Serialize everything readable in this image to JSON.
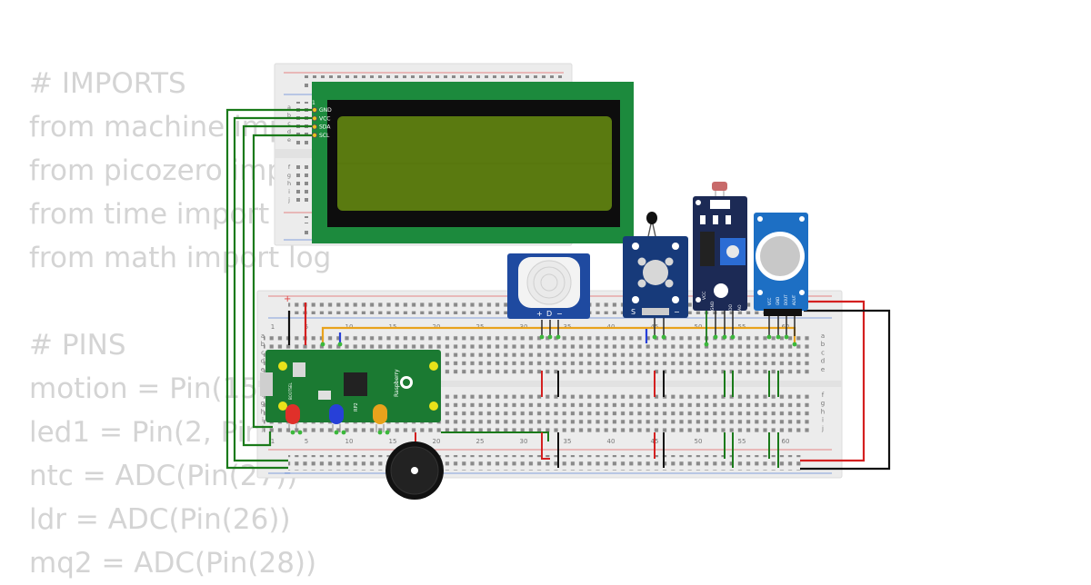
{
  "code_lines": [
    "# IMPORTS",
    "from machine import",
    "from picozero import",
    "from time import",
    "from math import log",
    "",
    "# PINS",
    "motion = Pin(15,",
    "led1 = Pin(2, Pin",
    "ntc = ADC(Pin(27))",
    "ldr = ADC(Pin(26))",
    "mq2 = ADC(Pin(28))"
  ],
  "lcd": {
    "pins": [
      "GND",
      "VCC",
      "SDA",
      "SCL"
    ],
    "pin_number": "1"
  },
  "breadboard": {
    "column_labels": [
      "1",
      "5",
      "10",
      "15",
      "20",
      "25",
      "30",
      "35",
      "40",
      "45",
      "50",
      "55",
      "60"
    ],
    "row_labels_top": [
      "a",
      "b",
      "c",
      "d",
      "e"
    ],
    "row_labels_bottom": [
      "f",
      "g",
      "h",
      "i",
      "j"
    ],
    "rail_plus": "+",
    "rail_minus": "−"
  },
  "small_breadboard": {
    "row_labels_top": [
      "a",
      "b",
      "c",
      "d",
      "e"
    ],
    "row_labels_bottom": [
      "f",
      "g",
      "h",
      "i",
      "j"
    ]
  },
  "pico": {
    "brand": "Raspberry",
    "chip": "RP2",
    "label": "BOOTSEL"
  },
  "pir_labels": [
    "+",
    "D",
    "−"
  ],
  "ntc_module_labels": [
    "S",
    "−"
  ],
  "ldr_module_labels": [
    "VCC",
    "GND",
    "DO",
    "AO"
  ],
  "mq2_module_labels": [
    "VCC",
    "GND",
    "DOUT",
    "AOUT"
  ],
  "colors": {
    "lcd_bezel": "#1c8a3d",
    "lcd_screen": "#5a7a10",
    "pico_board": "#1b7a32",
    "module_blue": "#173a7a",
    "mq2_blue": "#1d6fc4",
    "wire_green": "#1a7a1a",
    "wire_orange": "#e8a21c",
    "wire_red": "#d42020",
    "wire_black": "#111111",
    "led_red": "#e0302a",
    "led_blue": "#2740d8",
    "led_yellow": "#e8a21c"
  }
}
